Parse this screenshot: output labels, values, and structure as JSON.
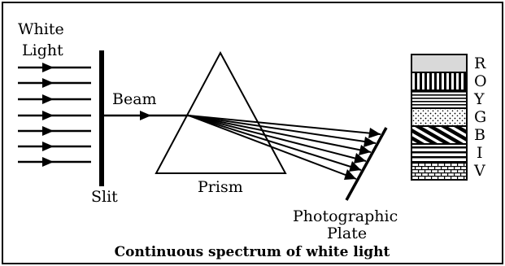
{
  "labels": {
    "white": "White",
    "light": "Light",
    "beam": "Beam",
    "slit": "Slit",
    "prism": "Prism",
    "photographic": "Photographic",
    "plate": "Plate"
  },
  "caption": "Continuous spectrum of white light",
  "spectrum_bands": [
    {
      "letter": "R",
      "pattern": "solid-gray"
    },
    {
      "letter": "O",
      "pattern": "vertical-stripes"
    },
    {
      "letter": "Y",
      "pattern": "horizontal-lines"
    },
    {
      "letter": "G",
      "pattern": "dots"
    },
    {
      "letter": "B",
      "pattern": "diagonal-stripes"
    },
    {
      "letter": "I",
      "pattern": "horizontal-lines-thick"
    },
    {
      "letter": "V",
      "pattern": "brick"
    }
  ],
  "colors": {
    "ink": "#000000",
    "r_band_fill": "#d9d9d9",
    "background": "#ffffff"
  }
}
